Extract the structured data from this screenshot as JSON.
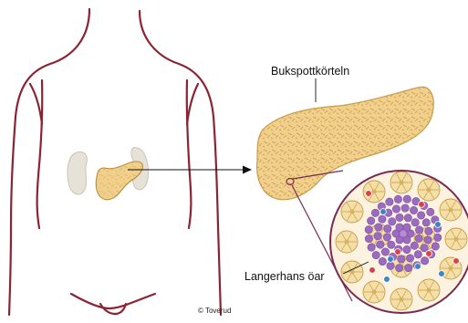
{
  "labels": {
    "pancreas": "Bukspottkörteln",
    "islets": "Langerhans öar",
    "credit": "© Toverud"
  },
  "colors": {
    "body_outline": "#8b2332",
    "pancreas_fill": "#f0d08a",
    "pancreas_edge": "#c89b4c",
    "kidney_fill": "#e7e2d8",
    "callout_line": "#7a2a52",
    "acinar_fill": "#f4dfa6",
    "islet_cells": "#9b6bbf",
    "rbc_red": "#d9414b",
    "rbc_blue": "#3e84c4"
  }
}
